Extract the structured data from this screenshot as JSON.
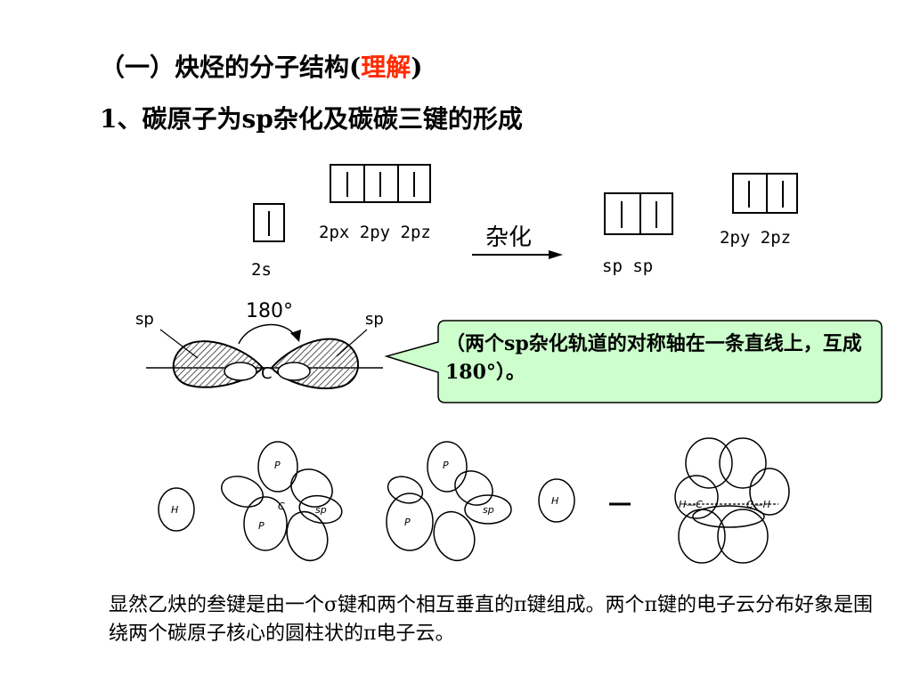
{
  "heading": {
    "prefix": "（一）炔烃的分子结构(",
    "highlight": "理解",
    "suffix": ")"
  },
  "subheading": "1、碳原子为sp杂化及碳碳三键的形成",
  "orbitals": {
    "s_label": "2s",
    "p_labels": "2px 2py 2pz",
    "hybrid_arrow_label": "杂化",
    "sp_labels": "sp  sp",
    "remaining_p_labels": "2py 2pz"
  },
  "sp_diagram": {
    "angle": "180°",
    "left_label": "sp",
    "right_label": "sp",
    "center": "C"
  },
  "callout": "（两个sp杂化轨道的对称轴在一条直线上，互成180°）。",
  "pi_diagram": {
    "h": "H",
    "p": "P",
    "c": "C",
    "sp": "sp",
    "bond_left": "H—C",
    "bond_right": "C—H"
  },
  "conclusion": "显然乙炔的叁键是由一个σ键和两个相互垂直的π键组成。两个π键的电子云分布好象是围绕两个碳原子核心的圆柱状的π电子云。",
  "colors": {
    "highlight": "#ff2a00",
    "callout_fill": "#ccffcc",
    "hatch": "#555555"
  }
}
